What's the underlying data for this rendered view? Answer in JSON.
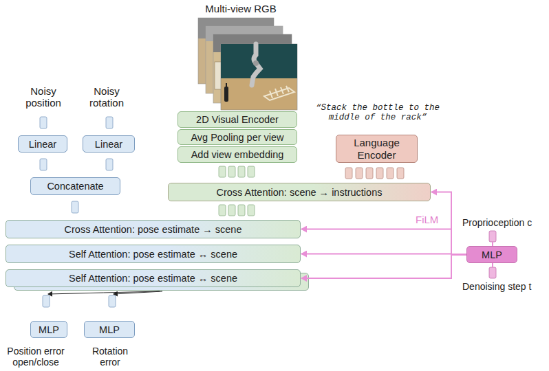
{
  "diagram": {
    "nodes": [
      {
        "text": [
          "2D Visual Encoder"
        ]
      },
      {
        "text": [
          "Avg Pooling per view"
        ]
      },
      {
        "text": [
          "Add view embedding"
        ]
      },
      {
        "text": [
          "Language Encoder"
        ]
      },
      {
        "text": [
          "Cross Attention: scene → instructions"
        ]
      },
      {
        "text": [
          "Linear"
        ]
      },
      {
        "text": [
          "Linear"
        ]
      },
      {
        "text": [
          "Concatenate"
        ]
      },
      {
        "text": [
          "Cross Attention: pose estimate → scene"
        ]
      },
      {
        "text": [
          "Self Attention: pose estimate ↔ scene"
        ]
      },
      {
        "text": [
          "Self Attention: pose estimate ↔ scene"
        ]
      },
      {
        "text": [
          "MLP"
        ]
      },
      {
        "text": [
          "MLP"
        ]
      },
      {
        "text": [
          "MLP"
        ]
      }
    ],
    "edges": [
      {
        "from": 13,
        "to": 4,
        "arrow": "to"
      },
      {
        "from": 13,
        "to": 8,
        "arrow": "to"
      },
      {
        "from": 13,
        "to": 9,
        "arrow": "to"
      },
      {
        "from": 13,
        "to": 10,
        "arrow": "to"
      }
    ],
    "labels": [
      "Multi-view RGB",
      "“Stack the bottle to the middle of the rack”",
      "Noisy position",
      "Noisy rotation",
      "FiLM",
      "Proprioception c",
      "Denoising step t",
      "Position error open/close",
      "Rotation error"
    ]
  }
}
